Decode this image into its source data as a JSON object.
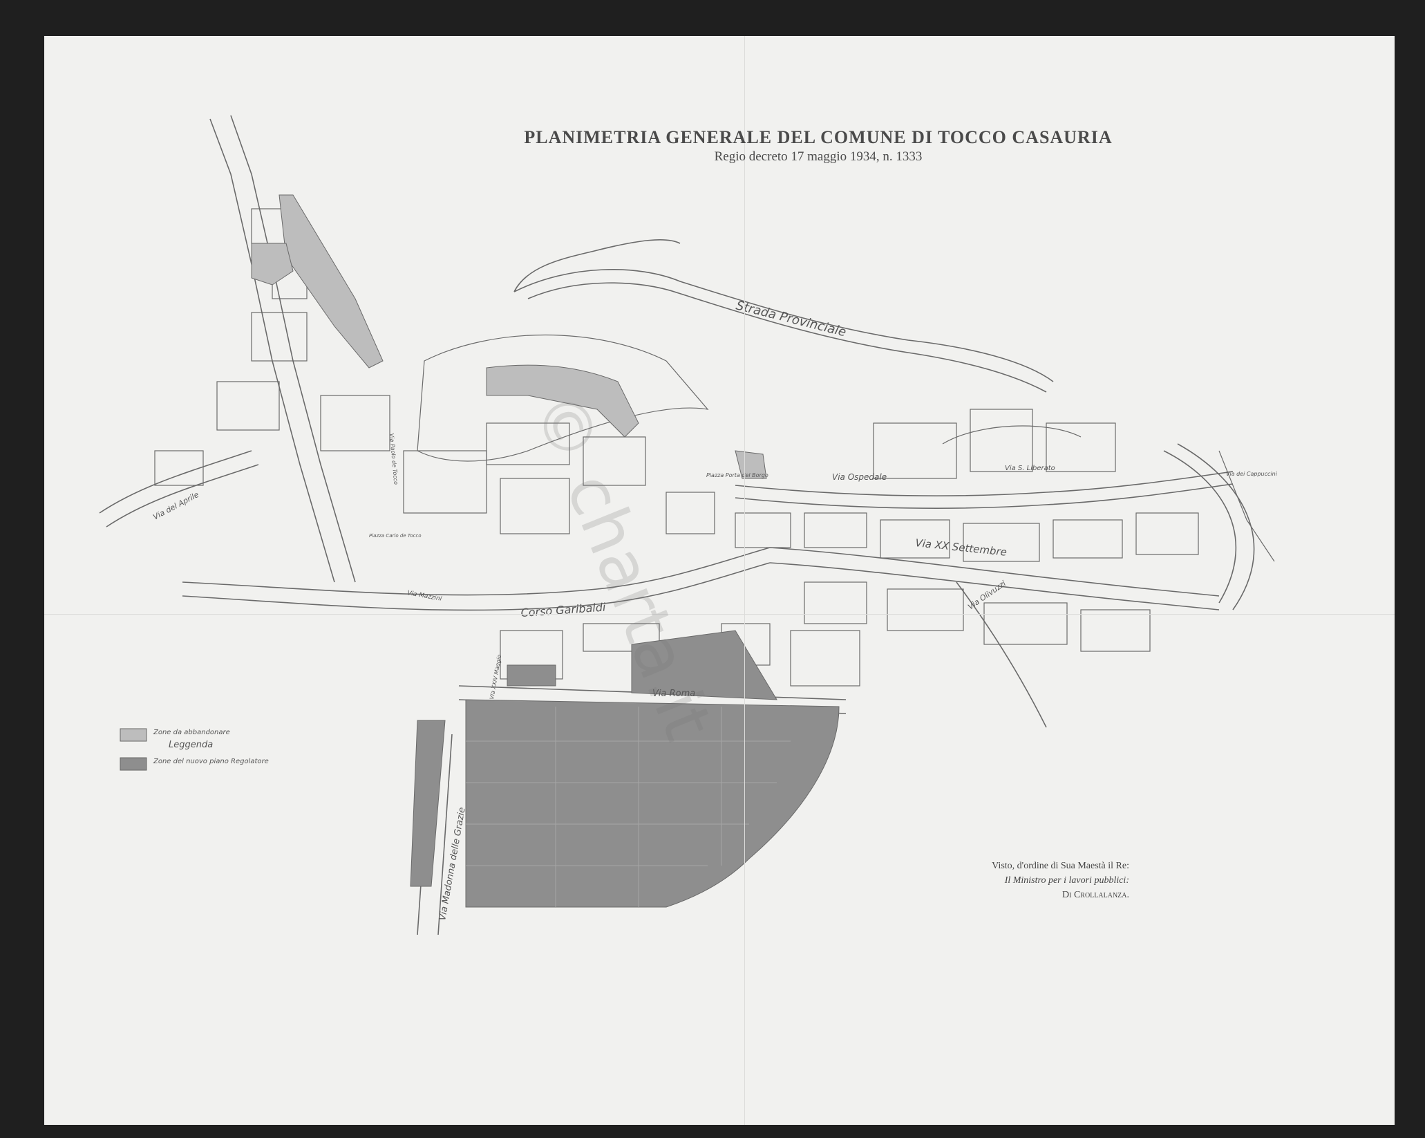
{
  "map": {
    "title": "PLANIMETRIA GENERALE DEL COMUNE DI TOCCO CASAURIA",
    "subtitle": "Regio decreto 17 maggio 1934, n. 1333",
    "streets": {
      "strada_provinciale": "Strada Provinciale",
      "corso_garibaldi": "Corso Garibaldi",
      "via_xx_settembre": "Via XX Settembre",
      "via_ospedale": "Via Ospedale",
      "via_roma": "Via Roma",
      "via_madonna_delle_grazie": "Via Madonna delle Grazie",
      "via_olivuzzi": "Via Olivuzzi",
      "via_cappuccini": "Via dei Cappuccini",
      "via_s_liberato": "Via S. Liberato",
      "via_xxiv_maggio": "Via XXIV Maggio",
      "via_mazzini": "Via Mazzini",
      "via_aprile": "Via del Aprile",
      "via_paolo_de_tocco": "Via Paolo de Tocco",
      "piazza_porta_del_borgo": "Piazza Porta del Borgo",
      "piazza_carlo_de_tocco": "Piazza Carlo de Tocco"
    },
    "legend": {
      "title": "Leggenda",
      "items": [
        {
          "label": "Zone da abbandonare",
          "color": "#bdbdbd"
        },
        {
          "label": "Zone del nuovo piano Regolatore",
          "color": "#8e8e8e"
        }
      ]
    },
    "approval": {
      "line1": "Visto, d'ordine di Sua Maestà il Re:",
      "line2": "Il Ministro per i lavori pubblici:",
      "line3": "Di Crollalanza."
    },
    "watermark": "© charta.it"
  }
}
